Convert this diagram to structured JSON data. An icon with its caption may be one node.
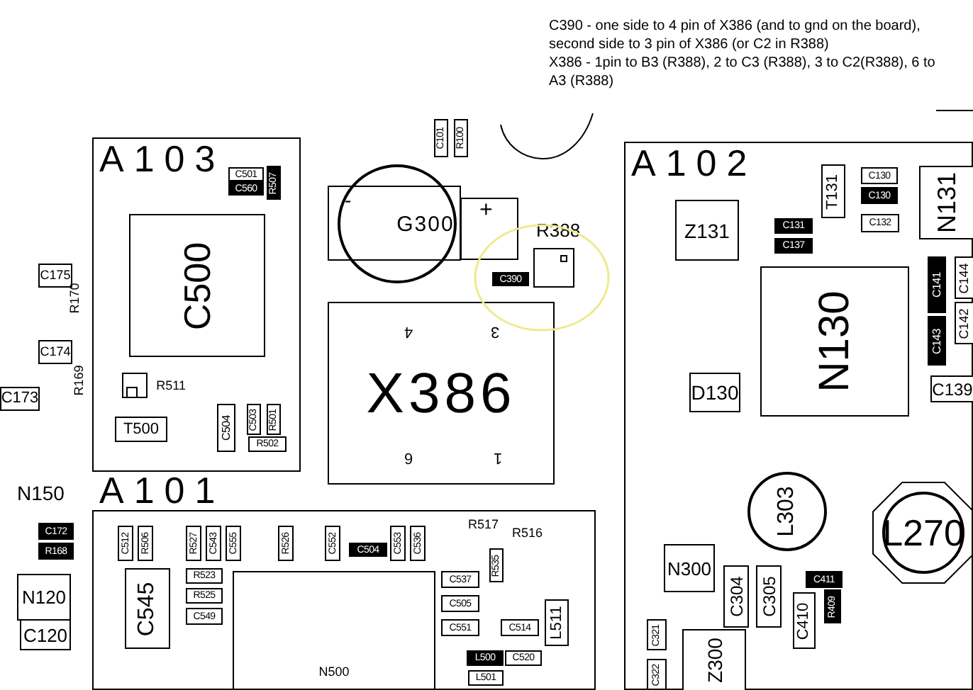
{
  "diagram": {
    "nodes": [
      {
        "text": [
          "A103"
        ]
      },
      {
        "text": [
          "C500"
        ],
        "in": 0
      },
      {
        "text": [
          "C501"
        ],
        "in": 0
      },
      {
        "text": [
          "C560"
        ],
        "in": 0
      },
      {
        "text": [
          "R507"
        ],
        "in": 0
      },
      {
        "text": [
          "R511"
        ],
        "in": 0
      },
      {
        "text": [
          "T500"
        ],
        "in": 0
      },
      {
        "text": [
          "C504"
        ],
        "in": 0
      },
      {
        "text": [
          "C503"
        ],
        "in": 0
      },
      {
        "text": [
          "R501"
        ],
        "in": 0
      },
      {
        "text": [
          "R502"
        ],
        "in": 0
      },
      {
        "text": [
          "C101"
        ]
      },
      {
        "text": [
          "R100"
        ]
      },
      {
        "text": [
          "G300"
        ]
      },
      {
        "text": [
          "R388"
        ]
      },
      {
        "text": [
          "C390"
        ]
      },
      {
        "text": [
          "X386",
          "4",
          "3",
          "6",
          "1"
        ]
      },
      {
        "text": [
          "A101"
        ]
      },
      {
        "text": [
          "C512"
        ],
        "in": 17
      },
      {
        "text": [
          "R506"
        ],
        "in": 17
      },
      {
        "text": [
          "R527"
        ],
        "in": 17
      },
      {
        "text": [
          "C543"
        ],
        "in": 17
      },
      {
        "text": [
          "C555"
        ],
        "in": 17
      },
      {
        "text": [
          "R526"
        ],
        "in": 17
      },
      {
        "text": [
          "C552"
        ],
        "in": 17
      },
      {
        "text": [
          "C504"
        ],
        "in": 17
      },
      {
        "text": [
          "C553"
        ],
        "in": 17
      },
      {
        "text": [
          "C536"
        ],
        "in": 17
      },
      {
        "text": [
          "R535"
        ],
        "in": 17
      },
      {
        "text": [
          "C545"
        ],
        "in": 17
      },
      {
        "text": [
          "R523"
        ],
        "in": 17
      },
      {
        "text": [
          "R525"
        ],
        "in": 17
      },
      {
        "text": [
          "C549"
        ],
        "in": 17
      },
      {
        "text": [
          "N500"
        ],
        "in": 17
      },
      {
        "text": [
          "C537"
        ],
        "in": 17
      },
      {
        "text": [
          "C505"
        ],
        "in": 17
      },
      {
        "text": [
          "C551"
        ],
        "in": 17
      },
      {
        "text": [
          "C514"
        ],
        "in": 17
      },
      {
        "text": [
          "L511"
        ],
        "in": 17
      },
      {
        "text": [
          "L500"
        ],
        "in": 17
      },
      {
        "text": [
          "C520"
        ],
        "in": 17
      },
      {
        "text": [
          "L501"
        ],
        "in": 17
      },
      {
        "text": [
          "A102"
        ]
      },
      {
        "text": [
          "Z131"
        ],
        "in": 42
      },
      {
        "text": [
          "T131"
        ],
        "in": 42
      },
      {
        "text": [
          "C130"
        ],
        "in": 42
      },
      {
        "text": [
          "C130"
        ],
        "in": 42
      },
      {
        "text": [
          "C132"
        ],
        "in": 42
      },
      {
        "text": [
          "N131"
        ],
        "in": 42
      },
      {
        "text": [
          "C131"
        ],
        "in": 42
      },
      {
        "text": [
          "C137"
        ],
        "in": 42
      },
      {
        "text": [
          "N130"
        ],
        "in": 42
      },
      {
        "text": [
          "D130"
        ],
        "in": 42
      },
      {
        "text": [
          "C139"
        ],
        "in": 42
      },
      {
        "text": [
          "C141"
        ],
        "in": 42
      },
      {
        "text": [
          "C144"
        ],
        "in": 42
      },
      {
        "text": [
          "C142"
        ],
        "in": 42
      },
      {
        "text": [
          "C143"
        ],
        "in": 42
      },
      {
        "text": [
          "N300"
        ],
        "in": 42
      },
      {
        "text": [
          "L303"
        ],
        "in": 42
      },
      {
        "text": [
          "L270"
        ],
        "in": 42
      },
      {
        "text": [
          "C304"
        ],
        "in": 42
      },
      {
        "text": [
          "C305"
        ],
        "in": 42
      },
      {
        "text": [
          "C411"
        ],
        "in": 42
      },
      {
        "text": [
          "C410"
        ],
        "in": 42
      },
      {
        "text": [
          "R409"
        ],
        "in": 42
      },
      {
        "text": [
          "Z300"
        ],
        "in": 42
      },
      {
        "text": [
          "C321"
        ],
        "in": 42
      },
      {
        "text": [
          "C322"
        ],
        "in": 42
      },
      {
        "text": [
          "C175"
        ]
      },
      {
        "text": [
          "C174"
        ]
      },
      {
        "text": [
          "C173"
        ]
      },
      {
        "text": [
          "C172"
        ]
      },
      {
        "text": [
          "R168"
        ]
      },
      {
        "text": [
          "N120"
        ]
      },
      {
        "text": [
          "C120"
        ]
      }
    ],
    "labels": [
      "C390 - one side to 4 pin of X386 (and to gnd on the board), second side to 3 pin of X386 (or C2 in R388)",
      "X386 - 1pin to B3 (R388), 2 to C3 (R388), 3 to C2(R388), 6 to A3 (R388)",
      "-",
      "+",
      "R517",
      "R516",
      "R170",
      "R169",
      "N150"
    ]
  }
}
